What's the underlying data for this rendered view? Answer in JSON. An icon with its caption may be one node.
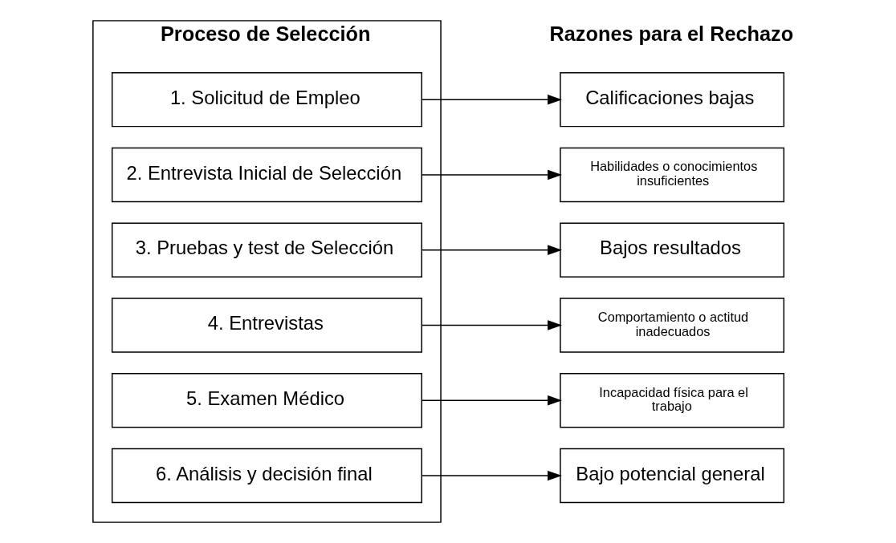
{
  "diagram": {
    "nodes": [
      {
        "text": [
          "Proceso de Selección"
        ]
      },
      {
        "text": [
          "1. Solicitud de Empleo"
        ],
        "in": 0
      },
      {
        "text": [
          "2. Entrevista Inicial de Selección"
        ],
        "in": 0
      },
      {
        "text": [
          "3. Pruebas y test de Selección"
        ],
        "in": 0
      },
      {
        "text": [
          "4. Entrevistas"
        ],
        "in": 0
      },
      {
        "text": [
          "5. Examen Médico"
        ],
        "in": 0
      },
      {
        "text": [
          "6. Análisis y decisión final"
        ],
        "in": 0
      },
      {
        "text": [
          "Calificaciones bajas"
        ]
      },
      {
        "text": [
          "Habilidades o conocimientos insuficientes"
        ]
      },
      {
        "text": [
          "Bajos resultados"
        ]
      },
      {
        "text": [
          "Comportamiento o actitud inadecuados"
        ]
      },
      {
        "text": [
          "Incapacidad física para el trabajo"
        ]
      },
      {
        "text": [
          "Bajo potencial general"
        ]
      }
    ],
    "edges": [
      {
        "from": 1,
        "to": 7,
        "arrow": "to"
      },
      {
        "from": 2,
        "to": 8,
        "arrow": "to"
      },
      {
        "from": 3,
        "to": 9,
        "arrow": "to"
      },
      {
        "from": 4,
        "to": 10,
        "arrow": "to"
      },
      {
        "from": 5,
        "to": 11,
        "arrow": "to"
      },
      {
        "from": 6,
        "to": 12,
        "arrow": "to"
      }
    ],
    "labels": [
      "Razones para el Rechazo"
    ]
  }
}
